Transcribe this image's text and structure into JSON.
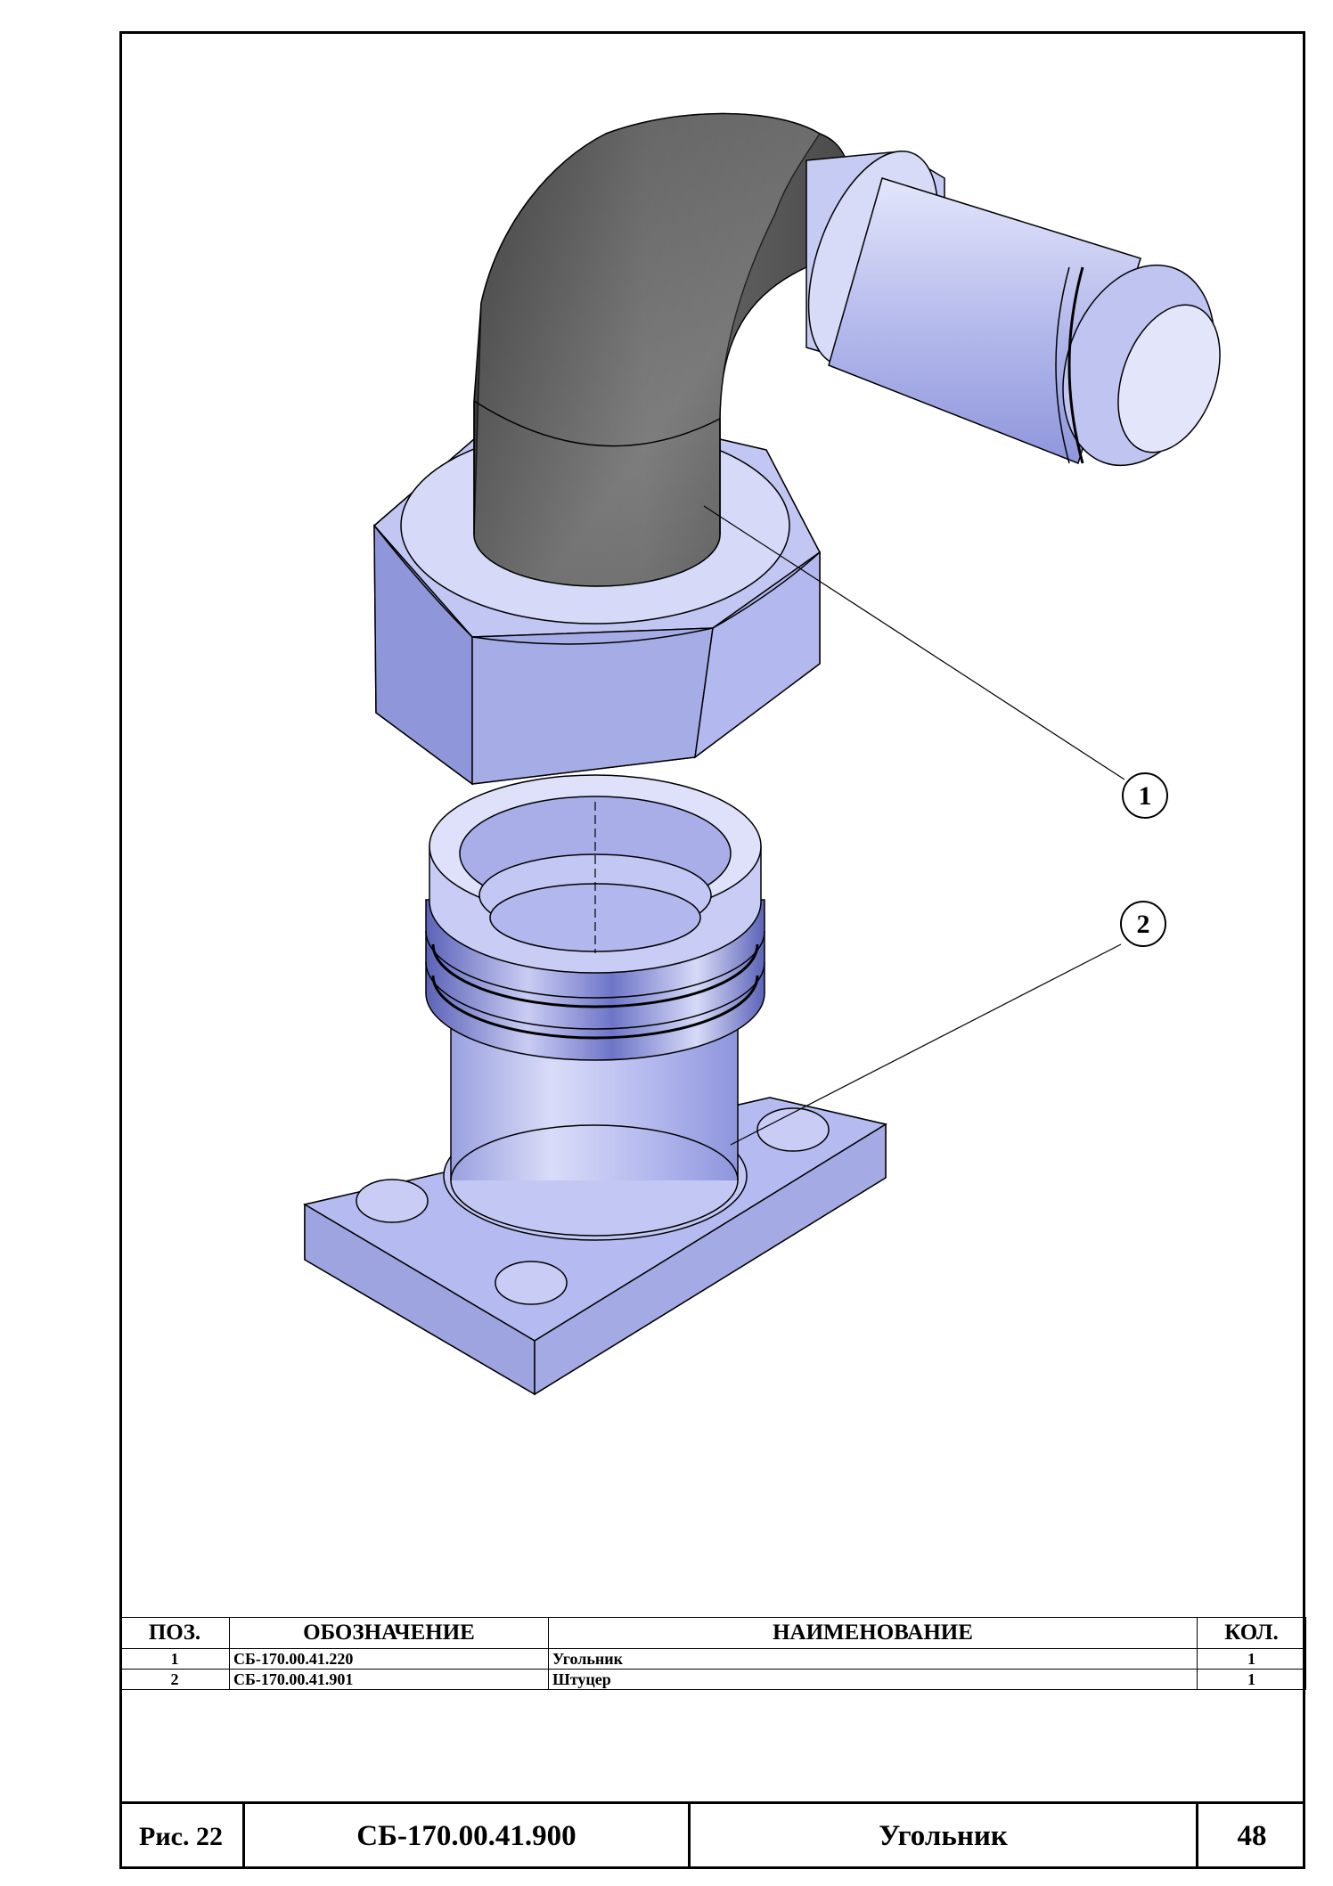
{
  "balloons": [
    "1",
    "2"
  ],
  "bom": {
    "headers": [
      "ПОЗ.",
      "ОБОЗНАЧЕНИЕ",
      "НАИМЕНОВАНИЕ",
      "КОЛ."
    ],
    "rows": [
      {
        "pos": "1",
        "designation": "СБ-170.00.41.220",
        "name": "Угольник",
        "qty": "1"
      },
      {
        "pos": "2",
        "designation": "СБ-170.00.41.901",
        "name": "Штуцер",
        "qty": "1"
      }
    ]
  },
  "title_block": {
    "figure": "Рис. 22",
    "designation": "СБ-170.00.41.900",
    "name": "Угольник",
    "page": "48"
  },
  "colors": {
    "part_face": "#a8aee6",
    "part_face_dark": "#8f97d8",
    "part_face_light": "#c8ccf4",
    "hose": "#5a5a5a"
  }
}
